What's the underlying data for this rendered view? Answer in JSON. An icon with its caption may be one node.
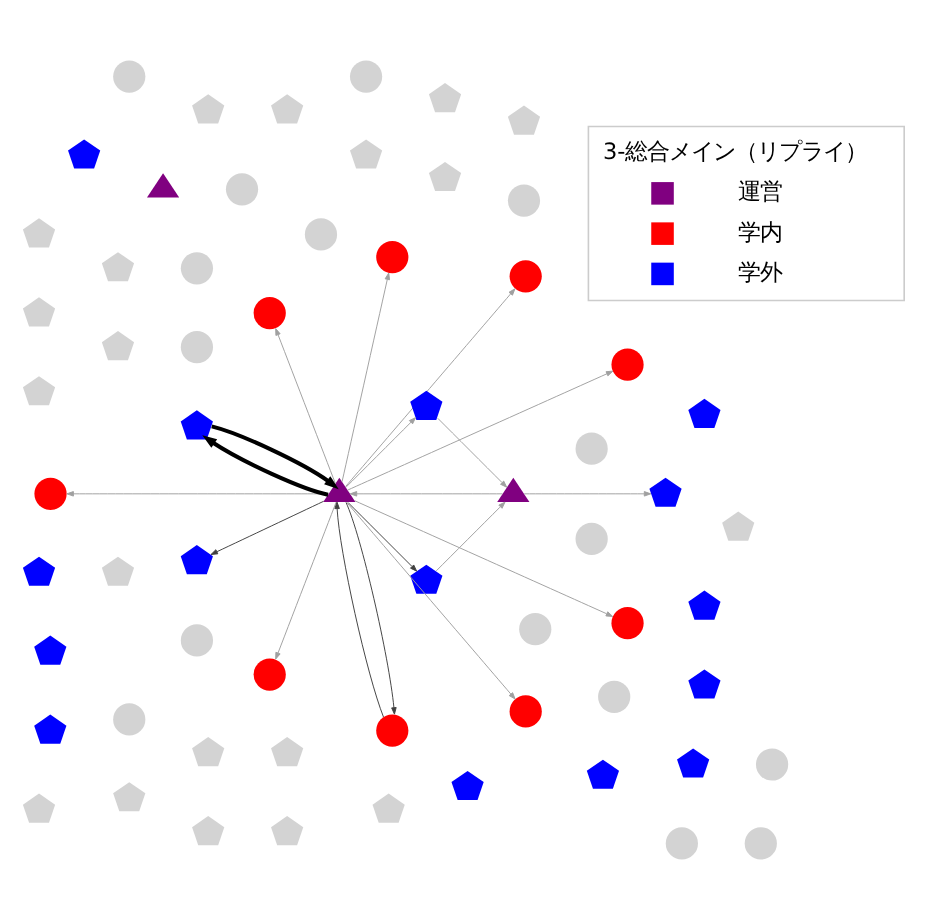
{
  "diagram": {
    "nodes": [
      {
        "text": [],
        "shape": "circle"
      },
      {
        "text": [],
        "shape": "circle"
      },
      {
        "text": [],
        "shape": "circle"
      },
      {
        "text": [],
        "shape": "circle"
      },
      {
        "text": [],
        "shape": "circle"
      },
      {
        "text": [],
        "shape": "circle"
      },
      {
        "text": [],
        "shape": "circle"
      },
      {
        "text": [],
        "shape": "circle"
      },
      {
        "text": [],
        "shape": "circle"
      },
      {
        "text": [],
        "shape": "circle"
      },
      {
        "text": [],
        "shape": "circle"
      },
      {
        "text": [],
        "shape": "circle"
      },
      {
        "text": [],
        "shape": "circle"
      },
      {
        "text": [],
        "shape": "circle"
      },
      {
        "text": [],
        "shape": "circle"
      },
      {
        "text": [],
        "shape": "circle"
      },
      {
        "text": [],
        "shape": "triangle"
      },
      {
        "text": [],
        "shape": "triangle"
      },
      {
        "text": [],
        "shape": "triangle"
      },
      {
        "text": [],
        "shape": "pentagon"
      },
      {
        "text": [],
        "shape": "pentagon"
      },
      {
        "text": [],
        "shape": "pentagon"
      },
      {
        "text": [],
        "shape": "pentagon"
      },
      {
        "text": [],
        "shape": "pentagon"
      },
      {
        "text": [],
        "shape": "pentagon"
      },
      {
        "text": [],
        "shape": "pentagon"
      },
      {
        "text": [],
        "shape": "pentagon"
      },
      {
        "text": [],
        "shape": "pentagon"
      },
      {
        "text": [],
        "shape": "pentagon"
      },
      {
        "text": [],
        "shape": "pentagon"
      },
      {
        "text": [],
        "shape": "pentagon"
      },
      {
        "text": [],
        "shape": "pentagon"
      },
      {
        "text": [],
        "shape": "pentagon"
      },
      {
        "text": [],
        "shape": "pentagon"
      },
      {
        "text": [],
        "shape": "pentagon"
      },
      {
        "text": [],
        "shape": "pentagon"
      },
      {
        "text": [],
        "shape": "pentagon"
      },
      {
        "text": [],
        "shape": "pentagon"
      },
      {
        "text": [],
        "shape": "pentagon"
      },
      {
        "text": [],
        "shape": "pentagon"
      },
      {
        "text": [],
        "shape": "pentagon"
      },
      {
        "text": [],
        "shape": "pentagon"
      },
      {
        "text": [],
        "shape": "pentagon"
      },
      {
        "text": [],
        "shape": "pentagon"
      },
      {
        "text": [],
        "shape": "pentagon"
      },
      {
        "text": [],
        "shape": "pentagon"
      },
      {
        "text": [],
        "shape": "pentagon"
      },
      {
        "text": [],
        "shape": "pentagon"
      },
      {
        "text": [],
        "shape": "pentagon"
      },
      {
        "text": [],
        "shape": "pentagon"
      },
      {
        "text": [],
        "shape": "pentagon"
      },
      {
        "text": [],
        "shape": "pentagon"
      },
      {
        "text": [],
        "shape": "pentagon"
      },
      {
        "text": [],
        "shape": "pentagon"
      },
      {
        "text": [],
        "shape": "circle"
      },
      {
        "text": [],
        "shape": "circle"
      },
      {
        "text": [],
        "shape": "circle"
      },
      {
        "text": [],
        "shape": "circle"
      },
      {
        "text": [],
        "shape": "circle"
      },
      {
        "text": [],
        "shape": "circle"
      },
      {
        "text": [],
        "shape": "circle"
      },
      {
        "text": [],
        "shape": "circle"
      },
      {
        "text": [],
        "shape": "circle"
      }
    ],
    "edges": [
      {
        "from": 17,
        "to": 0,
        "arrow": "to"
      },
      {
        "from": 17,
        "to": 6,
        "arrow": "to"
      },
      {
        "from": 17,
        "to": 8,
        "arrow": "to"
      },
      {
        "from": 17,
        "to": 10,
        "arrow": "to"
      },
      {
        "from": 17,
        "to": 12,
        "arrow": "to"
      },
      {
        "from": 17,
        "to": 53,
        "arrow": "to",
        "color": "#404040"
      },
      {
        "from": 17,
        "to": 54,
        "arrow": "to"
      },
      {
        "from": 17,
        "to": 56,
        "arrow": "to",
        "color": "#404040"
      },
      {
        "from": 17,
        "to": 57,
        "arrow": "to"
      },
      {
        "from": 17,
        "to": 58,
        "arrow": "to"
      },
      {
        "from": 56,
        "to": 17,
        "arrow": "to",
        "color": "#404040"
      },
      {
        "from": 17,
        "to": 37,
        "arrow": "to",
        "style": "thick",
        "color": "#000000"
      },
      {
        "from": 37,
        "to": 17,
        "arrow": "to",
        "style": "thick",
        "color": "#000000"
      },
      {
        "from": 17,
        "to": 36,
        "arrow": "to",
        "color": "#404040"
      },
      {
        "from": 36,
        "to": 18,
        "arrow": "to"
      },
      {
        "from": 30,
        "to": 18,
        "arrow": "to"
      },
      {
        "from": 17,
        "to": 30,
        "arrow": "to"
      },
      {
        "from": 18,
        "to": 21,
        "arrow": "to"
      },
      {
        "from": 18,
        "to": 17,
        "arrow": "to"
      }
    ],
    "labels": [
      "3-総合メイン（リプライ）"
    ],
    "legend": [
      {
        "text": "運営",
        "color": "#800080"
      },
      {
        "text": "学内",
        "color": "#ff0000"
      },
      {
        "text": "学外",
        "color": "#0000ff"
      }
    ]
  }
}
